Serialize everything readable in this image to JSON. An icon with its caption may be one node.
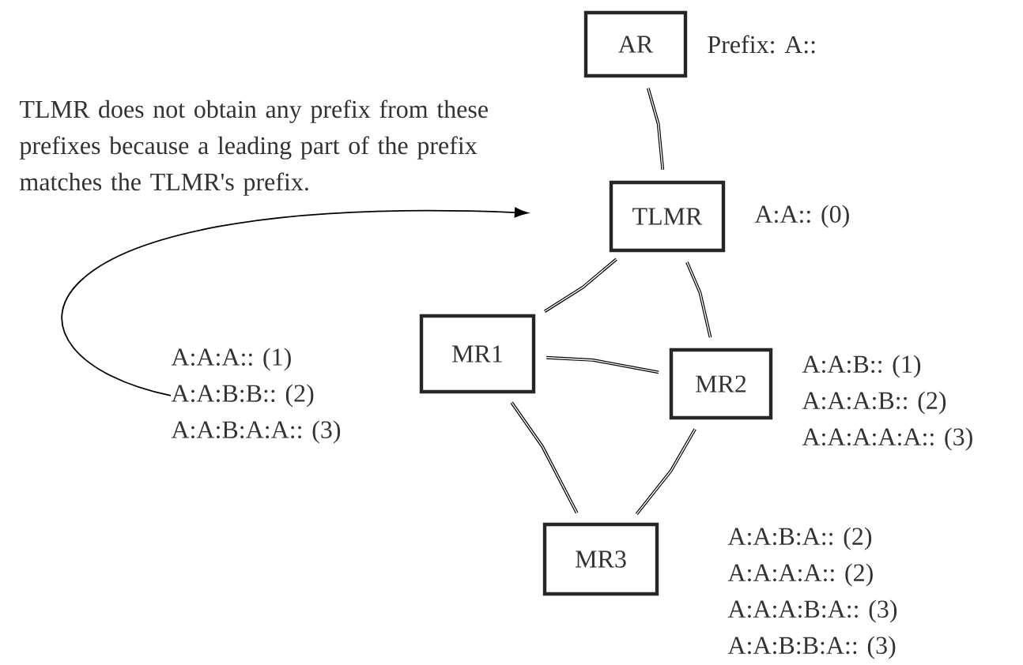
{
  "diagram": {
    "nodes": [
      {
        "text": [
          "AR"
        ],
        "beside": [
          "Prefix: A::"
        ]
      },
      {
        "text": [
          "TLMR"
        ],
        "beside": [
          "A:A:: (0)"
        ]
      },
      {
        "text": [
          "A:A:A:: (1)",
          "A:A:B:B:: (2)",
          "A:A:B:A:A:: (3)"
        ]
      },
      {
        "text": [
          "MR1"
        ]
      },
      {
        "text": [
          "MR2"
        ],
        "beside": [
          "A:A:B:: (1)",
          "A:A:A:B:: (2)",
          "A:A:A:A:A:: (3)"
        ]
      },
      {
        "text": [
          "MR3"
        ],
        "beside": [
          "A:A:B:A:: (2)",
          "A:A:A:A:: (2)",
          "A:A:A:B:A:: (3)",
          "A:A:B:B:A:: (3)"
        ]
      }
    ],
    "edges": [
      {
        "from": 0,
        "to": 1,
        "arrow": "none"
      },
      {
        "from": 1,
        "to": 3,
        "arrow": "none"
      },
      {
        "from": 1,
        "to": 4,
        "arrow": "none"
      },
      {
        "from": 3,
        "to": 4,
        "arrow": "none"
      },
      {
        "from": 3,
        "to": 5,
        "arrow": "none"
      },
      {
        "from": 4,
        "to": 5,
        "arrow": "none"
      },
      {
        "from": 2,
        "to": 1,
        "arrow": "to"
      }
    ],
    "labels": [
      "TLMR does not obtain any prefix from these prefixes because a leading part of the prefix matches the TLMR's prefix."
    ]
  }
}
